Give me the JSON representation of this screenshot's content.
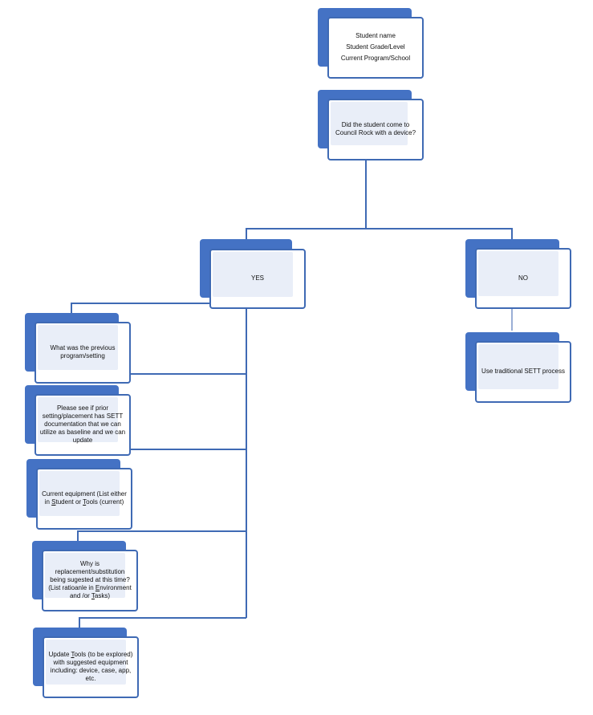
{
  "diagram": {
    "accent_color": "#4472c4",
    "line_color": "#3f6ab4",
    "nodes": {
      "student_info": {
        "lines": [
          "Student name",
          "Student Grade/Level",
          "Current Program/School"
        ]
      },
      "question": {
        "lines": [
          "Did the student come to",
          "Council Rock with a device?"
        ]
      },
      "yes": {
        "label": "YES"
      },
      "no": {
        "label": "NO"
      },
      "traditional": {
        "label": "Use traditional SETT process"
      },
      "previous_program": {
        "lines": [
          "What was the previous",
          "program/setting"
        ]
      },
      "prior_sett": {
        "lines": [
          "Please see if prior",
          "setting/placement has SETT",
          "documentation that we can",
          "utilize as baseline and we can",
          "update"
        ]
      },
      "current_equipment": {
        "line1": "Current equipment (List either",
        "line2_a": "in ",
        "line2_s": "S",
        "line2_b": "tudent or ",
        "line2_t": "T",
        "line2_c": "ools (current)"
      },
      "why_replacement": {
        "line1": "Why is",
        "line2": "replacement/substitution",
        "line3": "being sugested at this time?",
        "line4_a": "(List ratioanle in ",
        "line4_e": "E",
        "line4_b": "nvironment",
        "line5_a": "and /or ",
        "line5_t": "T",
        "line5_b": "asks)"
      },
      "update_tools": {
        "line1_a": "Update ",
        "line1_t": "T",
        "line1_b": "ools (to be explored)",
        "line2": "with suggested equipment",
        "line3": "including: device, case, app,",
        "line4": "etc."
      }
    }
  }
}
